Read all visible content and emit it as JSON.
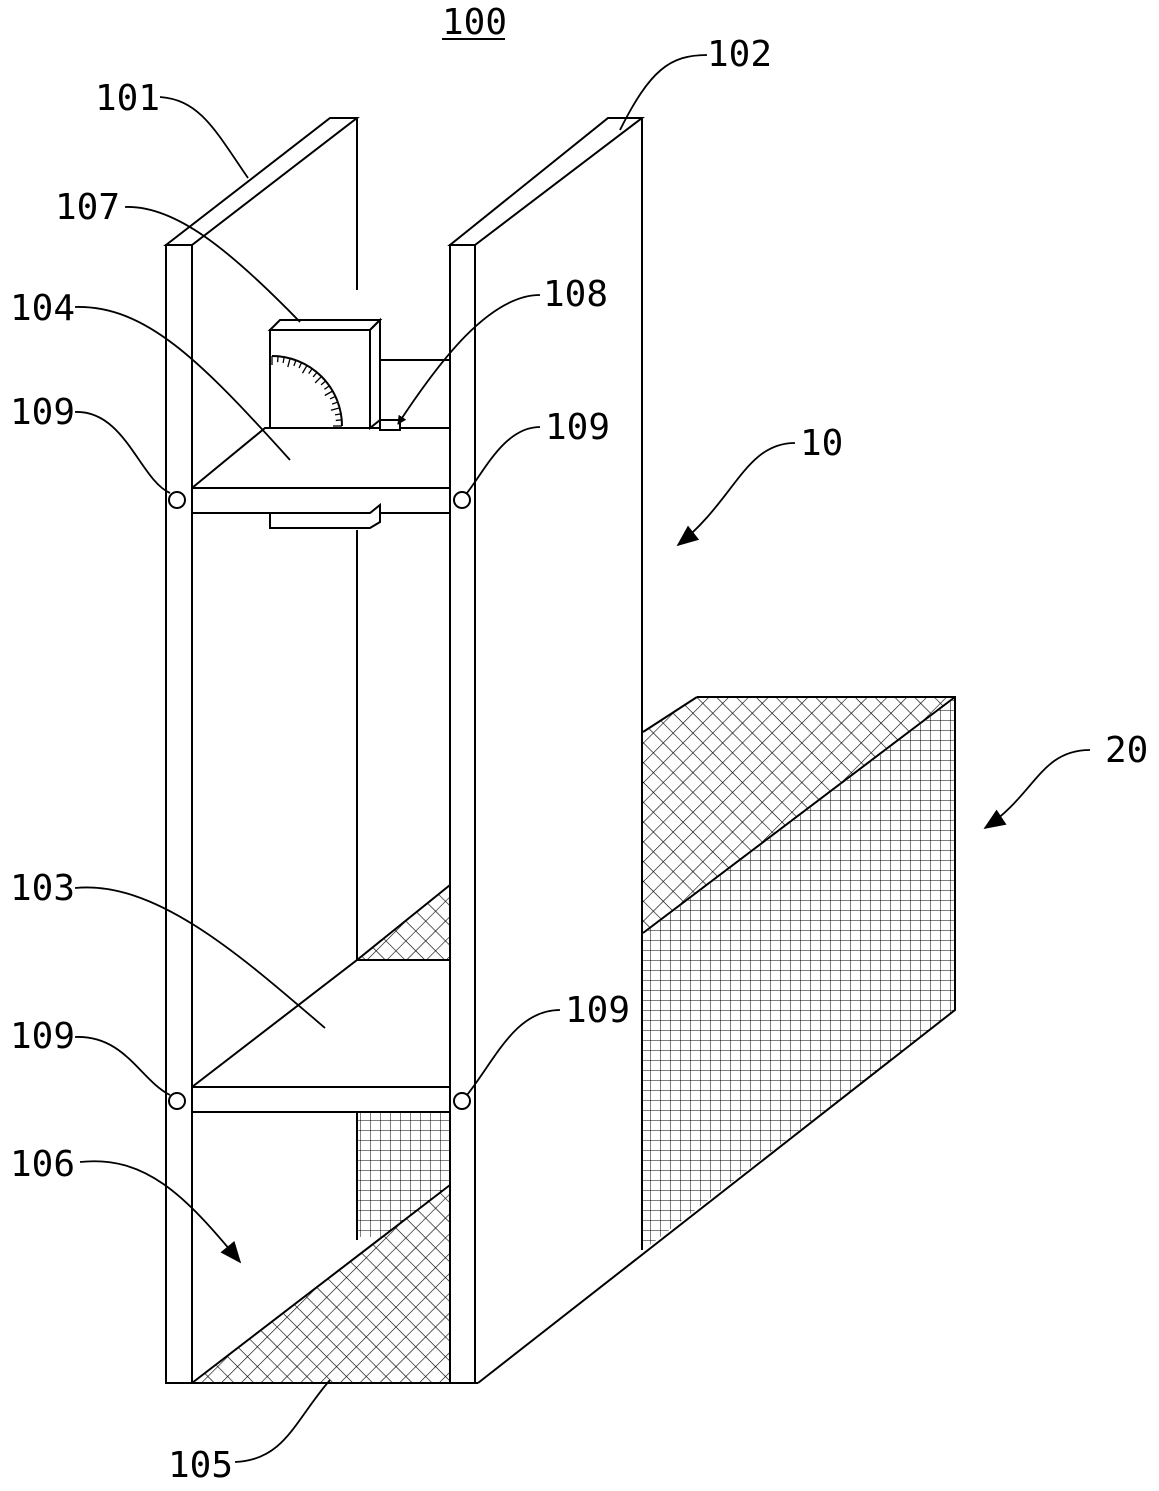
{
  "figure": {
    "title": "100",
    "labels": {
      "l101": "101",
      "l102": "102",
      "l107": "107",
      "l104": "104",
      "l108": "108",
      "l109a": "109",
      "l109b": "109",
      "l10": "10",
      "l20": "20",
      "l103": "103",
      "l109c": "109",
      "l109d": "109",
      "l106": "106",
      "l105": "105"
    }
  }
}
